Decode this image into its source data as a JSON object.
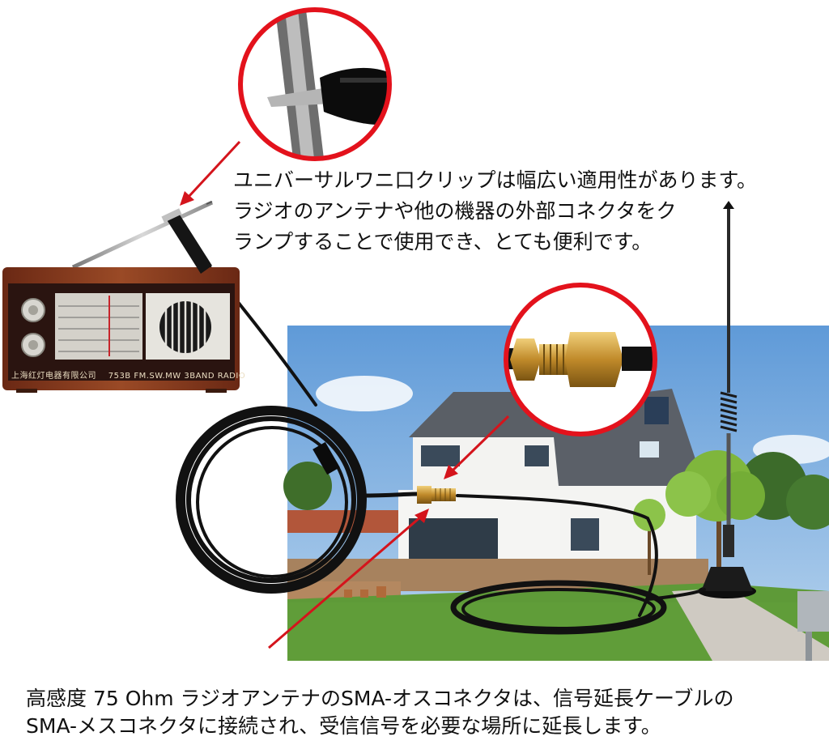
{
  "captions": {
    "top": [
      "ユニバーサルワニ口クリップは幅広い適用性があります。",
      "ラジオのアンテナや他の機器の外部コネクタをク",
      "ランプすることで使用でき、とても便利です。"
    ],
    "bottom": [
      "高感度 75 Ohm ラジオアンテナのSMA-オスコネクタは、信号延長ケーブルの",
      "SMA-メスコネクタに接続され、受信信号を必要な場所に延長します。"
    ]
  },
  "radio": {
    "brand": "上海红灯电器有限公司",
    "model": "753B FM.SW.MW 3BAND RADIO"
  },
  "colors": {
    "callout_ring": "#e3121c",
    "arrow": "#d4141c",
    "radio_wood": "#8a3a1e",
    "cable": "#111111",
    "brass": "#c89a3a",
    "sky": "#7fb2e5",
    "lawn": "#5f9a3a"
  }
}
